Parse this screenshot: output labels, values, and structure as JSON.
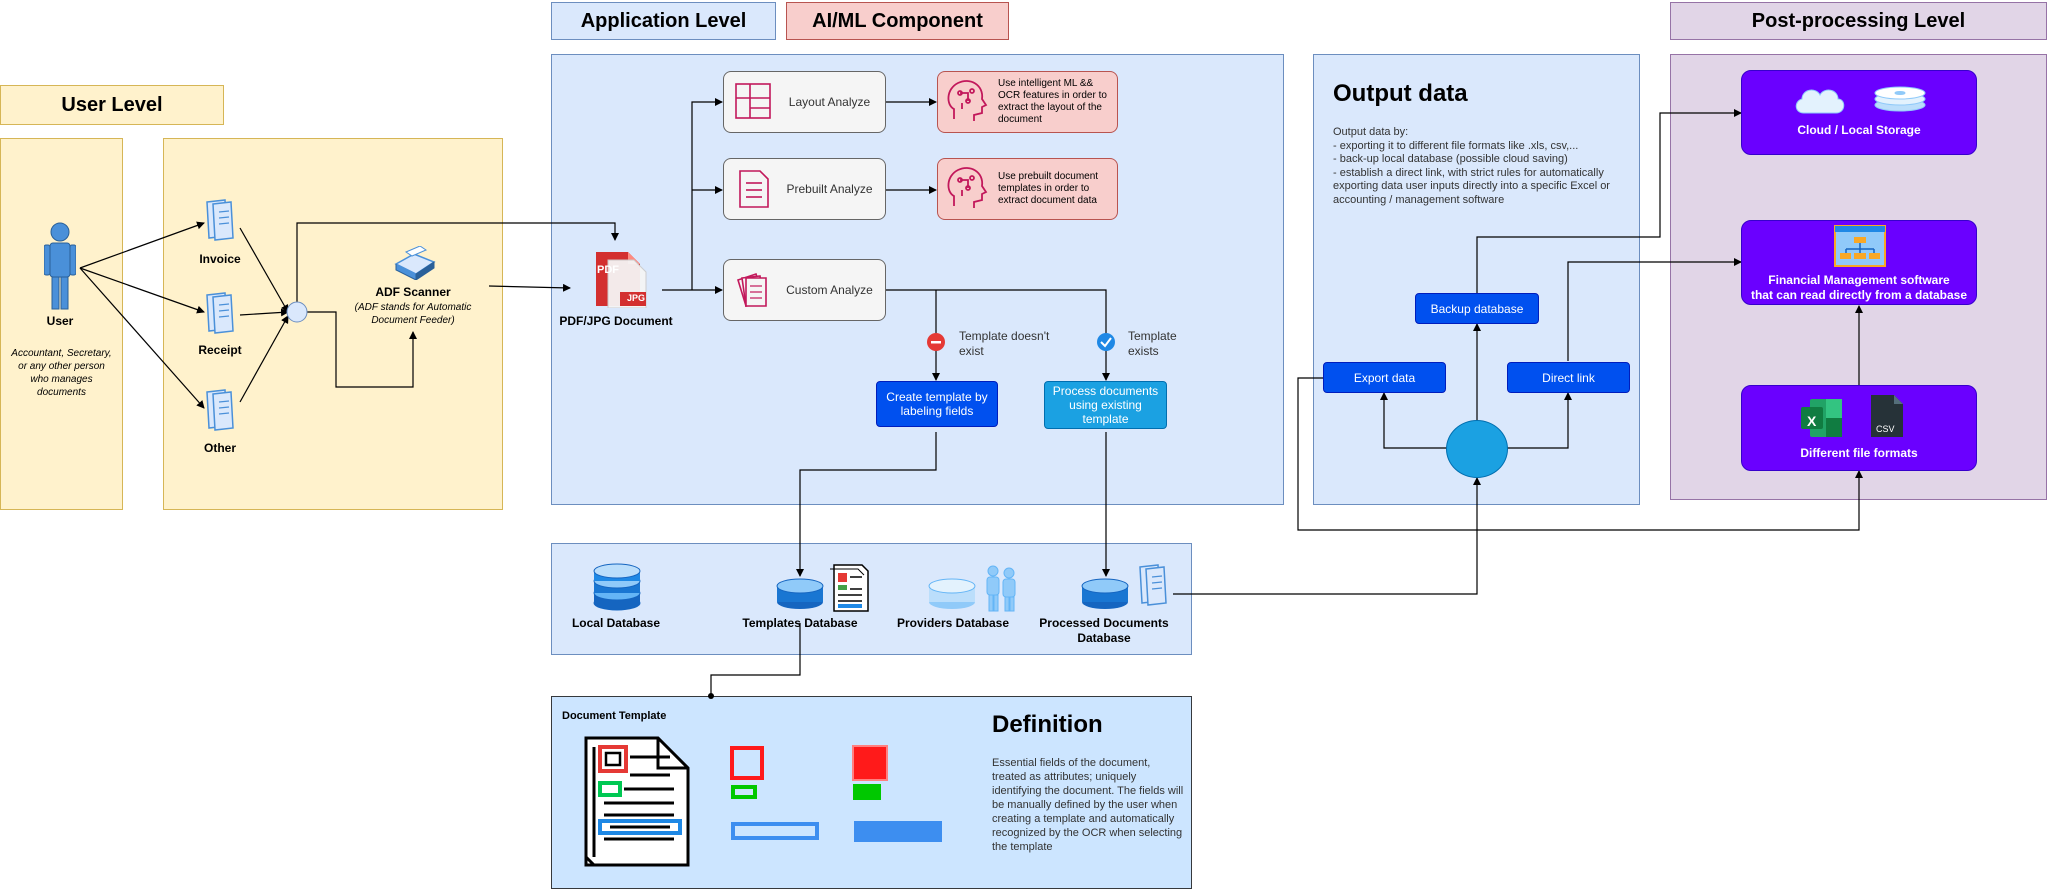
{
  "headers": {
    "user_level": "User Level",
    "application_level": "Application Level",
    "ai_ml_component": "AI/ML Component",
    "post_processing_level": "Post-processing Level"
  },
  "user_lane": {
    "user_label": "User",
    "user_desc": "Accountant, Secretary, or any other person who manages documents"
  },
  "documents": {
    "invoice": "Invoice",
    "receipt": "Receipt",
    "other": "Other",
    "scanner_label": "ADF Scanner",
    "scanner_desc": "(ADF stands for Automatic Document Feeder)",
    "pdf_label": "PDF/JPG Document",
    "pdf_badge_pdf": "PDF",
    "pdf_badge_jpg": "JPG"
  },
  "analyze": {
    "layout": "Layout Analyze",
    "prebuilt": "Prebuilt Analyze",
    "custom": "Custom Analyze",
    "layout_ai": "Use intelligent ML && OCR features in order to extract the layout of the document",
    "prebuilt_ai": "Use prebuilt document templates in order to extract document data"
  },
  "templates": {
    "not_exist": "Template doesn't exist",
    "exists": "Template exists",
    "create_btn": "Create template by labeling fields",
    "process_btn": "Process documents using existing template"
  },
  "databases": {
    "local": "Local Database",
    "templates": "Templates Database",
    "providers": "Providers Database",
    "processed": "Processed Documents Database"
  },
  "output": {
    "title": "Output data",
    "desc_intro": "Output data by:",
    "desc_1": "- exporting it to different file formats like .xls, csv,...",
    "desc_2": "- back-up local database (possible cloud saving)",
    "desc_3": "- establish a direct link, with strict rules for automatically exporting data user inputs directly into a specific Excel or accounting / management software",
    "backup_btn": "Backup database",
    "export_btn": "Export data",
    "direct_btn": "Direct link"
  },
  "post": {
    "cloud": "Cloud / Local Storage",
    "financial": "Financial Management software",
    "financial_sub": "that can read directly from a database",
    "formats": "Different file formats",
    "csv_label": "CSV",
    "excel_label": "X"
  },
  "definition": {
    "doc_template": "Document Template",
    "title": "Definition",
    "text": "Essential fields of the document, treated as attributes; uniquely identifying the document. The fields will be manually defined by the user when creating a template and automatically recognized by the OCR when selecting the template"
  },
  "colors": {
    "user_fill": "#fff2cc",
    "app_fill": "#dae8fc",
    "ai_fill": "#f8cecc",
    "post_fill": "#e1d5e7",
    "action_blue": "#0050ef",
    "action_light_blue": "#1ba1e2",
    "post_purple": "#6a00ff",
    "icon_blue": "#4a90d9",
    "ai_icon": "#c2185b"
  }
}
